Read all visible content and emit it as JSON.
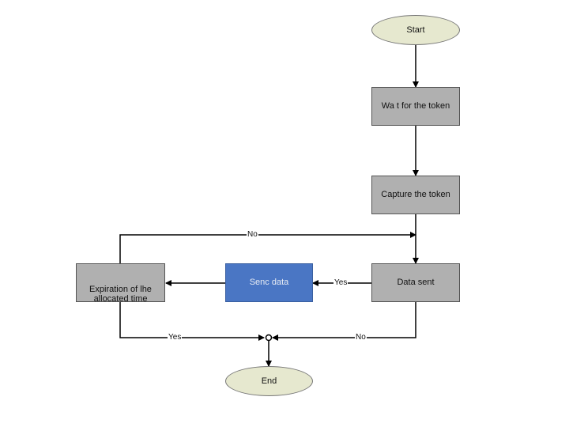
{
  "diagram": {
    "nodes": {
      "start": "Start",
      "wait_token": "Wa t for the token",
      "capture_token": "Capture the token",
      "data_sent": "Data sent",
      "send_data": "Senc data",
      "expiration": "Expiration of lhe allocated time",
      "end": "End"
    },
    "edge_labels": {
      "no_top": "No",
      "yes_send": "Yes",
      "yes_end": "Yes",
      "no_end": "No"
    },
    "colors": {
      "terminal_fill": "#e6e8cf",
      "process_fill": "#b0b0b0",
      "highlight_fill": "#4a76c4"
    }
  }
}
